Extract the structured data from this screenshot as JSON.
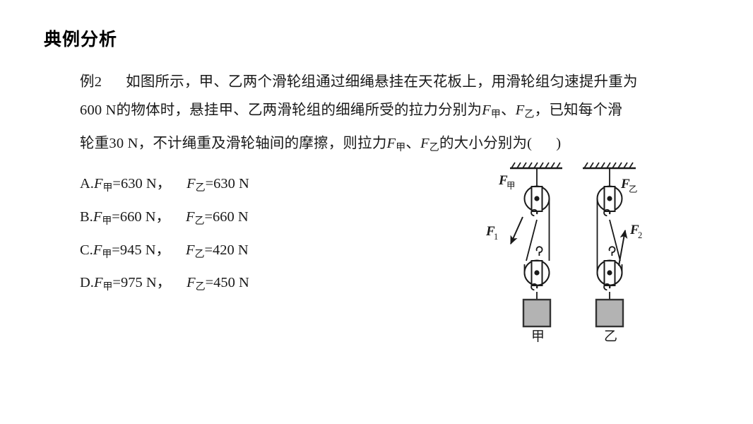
{
  "slide": {
    "title": "典例分析",
    "background_color": "#ffffff",
    "text_color": "#1a1a1a"
  },
  "problem": {
    "number": "例2",
    "line1_a": "例2",
    "line1_b": "如图所示，甲、乙两个滑轮组通过细绳悬挂在天花板上，用滑轮组匀速提升重为",
    "line2_a": "600 N的物体时，悬挂甲、乙两滑轮组的细绳所受的拉力分别为",
    "line2_sym1": "F",
    "line2_sub1": "甲",
    "line2_mid": "、",
    "line2_sym2": "F",
    "line2_sub2": "乙",
    "line2_b": "，已知每个滑",
    "line3_a": "轮重30 N，不计绳重及滑轮轴间的摩擦，则拉力",
    "line3_sym1": "F",
    "line3_sub1": "甲",
    "line3_mid": "、",
    "line3_sym2": "F",
    "line3_sub2": "乙",
    "line3_b": "的大小分别为(",
    "line3_c": ")"
  },
  "options": [
    {
      "key": "A.",
      "sym1": "F",
      "sub1": "甲",
      "val1": "=630 N，",
      "sym2": "F",
      "sub2": "乙",
      "val2": "=630 N"
    },
    {
      "key": "B.",
      "sym1": "F",
      "sub1": "甲",
      "val1": "=660 N，",
      "sym2": "F",
      "sub2": "乙",
      "val2": "=660 N"
    },
    {
      "key": "C.",
      "sym1": "F",
      "sub1": "甲",
      "val1": "=945 N，",
      "sym2": "F",
      "sub2": "乙",
      "val2": "=420 N"
    },
    {
      "key": "D.",
      "sym1": "F",
      "sub1": "甲",
      "val1": "=975 N，",
      "sym2": "F",
      "sub2": "乙",
      "val2": "=450 N"
    }
  ],
  "figure": {
    "block_fill": "#b3b3b3",
    "stroke": "#1a1a1a",
    "left_system": {
      "top_force_symbol": "F",
      "top_force_subscript": "甲",
      "pull_force_symbol": "F",
      "pull_force_subscript": "1",
      "pull_direction": "down-left",
      "block_label": "甲"
    },
    "right_system": {
      "top_force_symbol": "F",
      "top_force_subscript": "乙",
      "pull_force_symbol": "F",
      "pull_force_subscript": "2",
      "pull_direction": "up-right",
      "block_label": "乙"
    }
  }
}
